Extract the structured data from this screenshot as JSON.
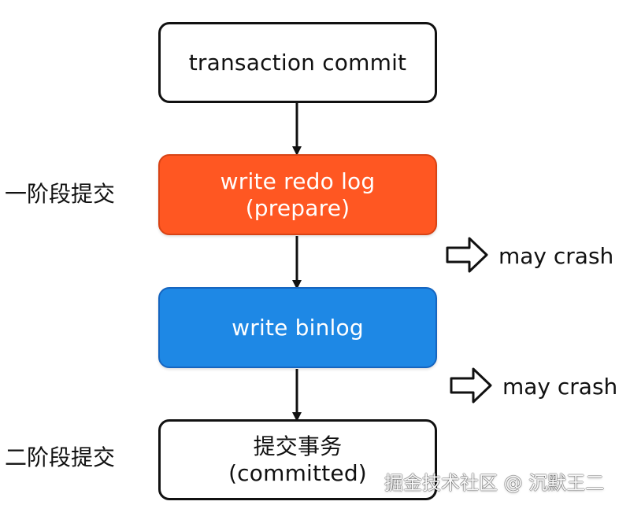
{
  "diagram": {
    "nodes": {
      "transaction_commit": {
        "line1": "transaction commit"
      },
      "write_redo_log": {
        "line1": "write redo log",
        "line2": "(prepare)"
      },
      "write_binlog": {
        "line1": "write binlog"
      },
      "committed": {
        "line1": "提交事务",
        "line2": "(committed)"
      }
    },
    "side_labels": {
      "phase_one": "一阶段提交",
      "phase_two": "二阶段提交"
    },
    "crash_notes": [
      {
        "text": "may crash",
        "icon": "outline-right-arrow-icon"
      },
      {
        "text": "may crash",
        "icon": "outline-right-arrow-icon"
      }
    ],
    "colors": {
      "orange_box": "#ff5722",
      "blue_box": "#1e88e5",
      "white_box": "#ffffff",
      "stroke": "#111111"
    }
  },
  "watermark": "掘金技术社区 @ 沉默王二"
}
